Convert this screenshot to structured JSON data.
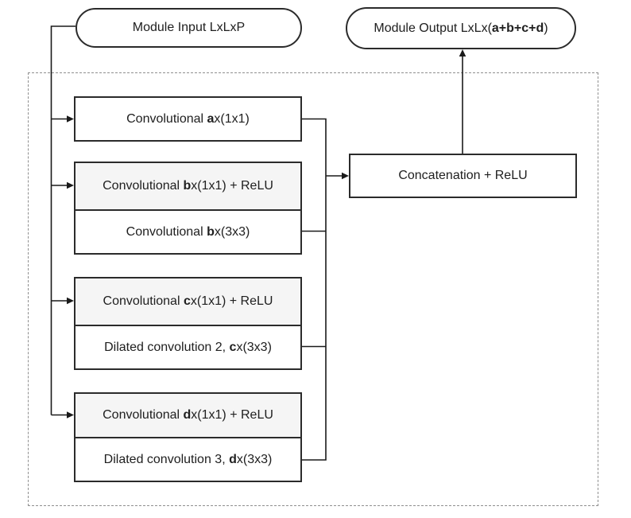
{
  "colors": {
    "background": "#ffffff",
    "box_border": "#2b2b2b",
    "shaded_cell": "#f5f5f5",
    "wire": "#1a1a1a",
    "dashed_border": "#8f8f8f",
    "text": "#202020"
  },
  "nodes": {
    "input": {
      "label": "Module Input LxLxP"
    },
    "output": {
      "prefix": "Module Output LxLx(",
      "bold": "a+b+c+d",
      "suffix": ")"
    },
    "concat": {
      "label": "Concatenation + ReLU"
    }
  },
  "branches": [
    {
      "id": "a",
      "cells": [
        {
          "prefix": "Convolutional ",
          "bold": "a",
          "suffix": "x(1x1)"
        }
      ]
    },
    {
      "id": "b",
      "cells": [
        {
          "prefix": "Convolutional ",
          "bold": "b",
          "suffix": "x(1x1) + ReLU"
        },
        {
          "prefix": "Convolutional ",
          "bold": "b",
          "suffix": "x(3x3)"
        }
      ]
    },
    {
      "id": "c",
      "cells": [
        {
          "prefix": "Convolutional ",
          "bold": "c",
          "suffix": "x(1x1) + ReLU"
        },
        {
          "prefix": "Dilated convolution 2, ",
          "bold": "c",
          "suffix": "x(3x3)"
        }
      ]
    },
    {
      "id": "d",
      "cells": [
        {
          "prefix": "Convolutional ",
          "bold": "d",
          "suffix": "x(1x1) + ReLU"
        },
        {
          "prefix": "Dilated convolution 3, ",
          "bold": "d",
          "suffix": "x(3x3)"
        }
      ]
    }
  ]
}
